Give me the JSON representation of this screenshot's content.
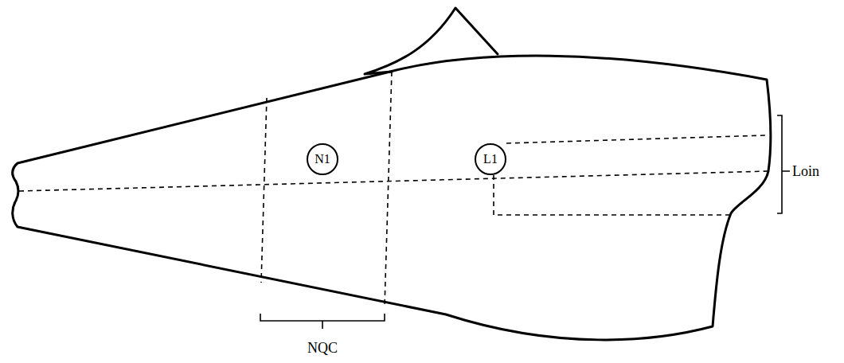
{
  "diagram": {
    "nodes": [
      {
        "text": [
          "N1"
        ]
      },
      {
        "text": [
          "L1"
        ]
      }
    ],
    "labels": [
      "Loin",
      "NQC"
    ]
  }
}
